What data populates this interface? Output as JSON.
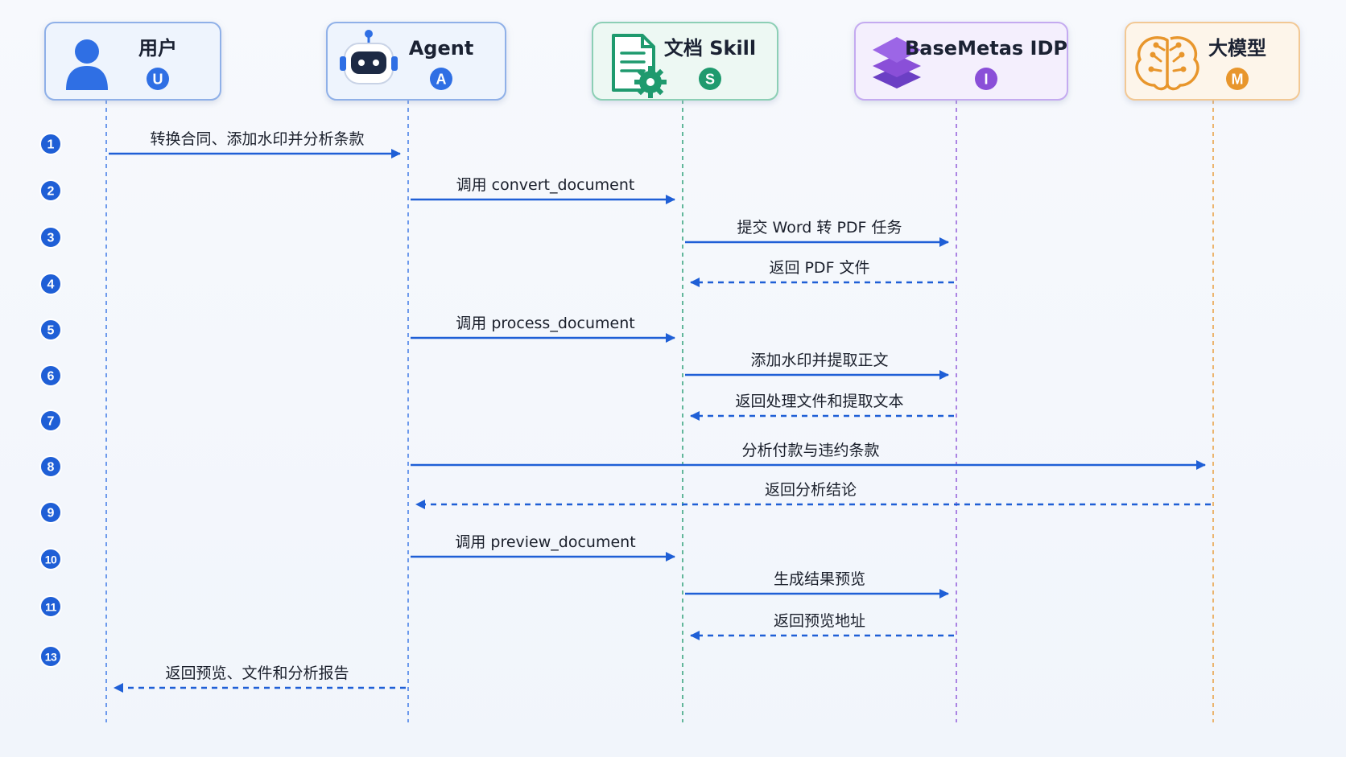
{
  "participants": [
    {
      "id": "U",
      "name": "用户",
      "badge": "U",
      "icon": "user-icon",
      "color": "#2f6fe4",
      "border": "#8fb0e8",
      "bg": "#eef4fd"
    },
    {
      "id": "A",
      "name": "Agent",
      "badge": "A",
      "icon": "robot-icon",
      "color": "#2f6fe4",
      "border": "#8fb0e8",
      "bg": "#eef4fd"
    },
    {
      "id": "S",
      "name": "文档 Skill",
      "badge": "S",
      "icon": "document-gear-icon",
      "color": "#1f9a6e",
      "border": "#8ccfb5",
      "bg": "#edf8f3"
    },
    {
      "id": "I",
      "name": "BaseMetas IDP",
      "badge": "I",
      "icon": "layers-icon",
      "color": "#8a4fd8",
      "border": "#c4aaf0",
      "bg": "#f4effd"
    },
    {
      "id": "M",
      "name": "大模型",
      "badge": "M",
      "icon": "brain-icon",
      "color": "#e8962c",
      "border": "#f2c894",
      "bg": "#fdf5ea"
    }
  ],
  "messages": [
    {
      "step": "1",
      "from": "U",
      "to": "A",
      "label": "转换合同、添加水印并分析条款",
      "dashed": false
    },
    {
      "step": "2",
      "from": "A",
      "to": "S",
      "label": "调用 convert_document",
      "dashed": false
    },
    {
      "step": "3",
      "from": "S",
      "to": "I",
      "label": "提交 Word 转 PDF 任务",
      "dashed": false
    },
    {
      "step": "4",
      "from": "I",
      "to": "S",
      "label": "返回 PDF 文件",
      "dashed": true
    },
    {
      "step": "5",
      "from": "A",
      "to": "S",
      "label": "调用 process_document",
      "dashed": false
    },
    {
      "step": "6",
      "from": "S",
      "to": "I",
      "label": "添加水印并提取正文",
      "dashed": false
    },
    {
      "step": "7",
      "from": "I",
      "to": "S",
      "label": "返回处理文件和提取文本",
      "dashed": true
    },
    {
      "step": "8",
      "from": "A",
      "to": "M",
      "label": "分析付款与违约条款",
      "dashed": false
    },
    {
      "step": "9",
      "from": "M",
      "to": "A",
      "label": "返回分析结论",
      "dashed": true
    },
    {
      "step": "10",
      "from": "A",
      "to": "S",
      "label": "调用 preview_document",
      "dashed": false
    },
    {
      "step": "11",
      "from": "S",
      "to": "I",
      "label": "生成结果预览",
      "dashed": false
    },
    {
      "step": "",
      "from": "I",
      "to": "S",
      "label": "返回预览地址",
      "dashed": true
    },
    {
      "step": "13",
      "from": "A",
      "to": "U",
      "label": "返回预览、文件和分析报告",
      "dashed": true
    }
  ],
  "colors": {
    "arrow": "#1f5fd6",
    "step_badge": "#1f5fd6"
  }
}
